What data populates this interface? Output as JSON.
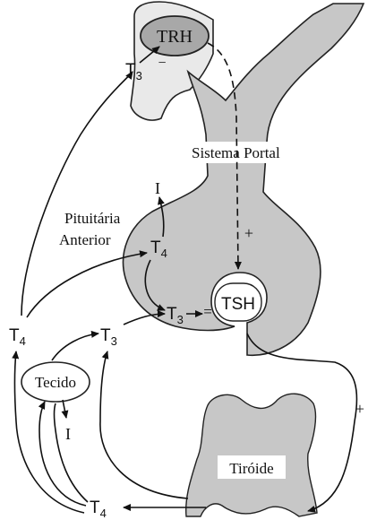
{
  "labels": {
    "trh": "TRH",
    "trh_sign": "−",
    "sistema_portal": "Sistema Portal",
    "pituitaria_line1": "Pituitária",
    "pituitaria_line2": "Anterior",
    "tsh": "TSH",
    "tsh_sign": "=",
    "tecido": "Tecido",
    "tiroide": "Tiróide",
    "plus_portal": "+",
    "plus_right": "+",
    "iodine_top": "I",
    "iodine_bottom": "I"
  },
  "hormones": {
    "t3_top": {
      "base": "T",
      "sub": "3"
    },
    "t4_pit": {
      "base": "T",
      "sub": "4"
    },
    "t3_pit": {
      "base": "T",
      "sub": "3"
    },
    "t3_mid": {
      "base": "T",
      "sub": "3"
    },
    "t4_left": {
      "base": "T",
      "sub": "4"
    },
    "t4_bottom": {
      "base": "T",
      "sub": "4"
    }
  },
  "colors": {
    "gland_fill": "#c7c7c7",
    "trh_fill": "#a8a8a8",
    "outline": "#222222",
    "background": "#ffffff"
  }
}
